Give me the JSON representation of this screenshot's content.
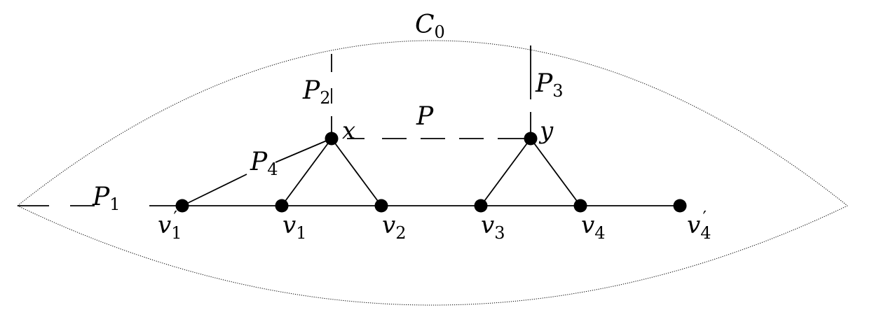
{
  "labels": {
    "curve": {
      "main": "C",
      "sub": "0"
    },
    "path_main": {
      "main": "P"
    },
    "path_1": {
      "main": "P",
      "sub": "1"
    },
    "path_2": {
      "main": "P",
      "sub": "2"
    },
    "path_3": {
      "main": "P",
      "sub": "3"
    },
    "path_4": {
      "main": "P",
      "sub": "4"
    },
    "x": {
      "main": "x"
    },
    "y": {
      "main": "y"
    },
    "v1p": {
      "main": "v",
      "sub": "1",
      "sup": "′"
    },
    "v1": {
      "main": "v",
      "sub": "1"
    },
    "v2": {
      "main": "v",
      "sub": "2"
    },
    "v3": {
      "main": "v",
      "sub": "3"
    },
    "v4": {
      "main": "v",
      "sub": "4"
    },
    "v4p": {
      "main": "v",
      "sub": "4",
      "sup": "′"
    }
  }
}
